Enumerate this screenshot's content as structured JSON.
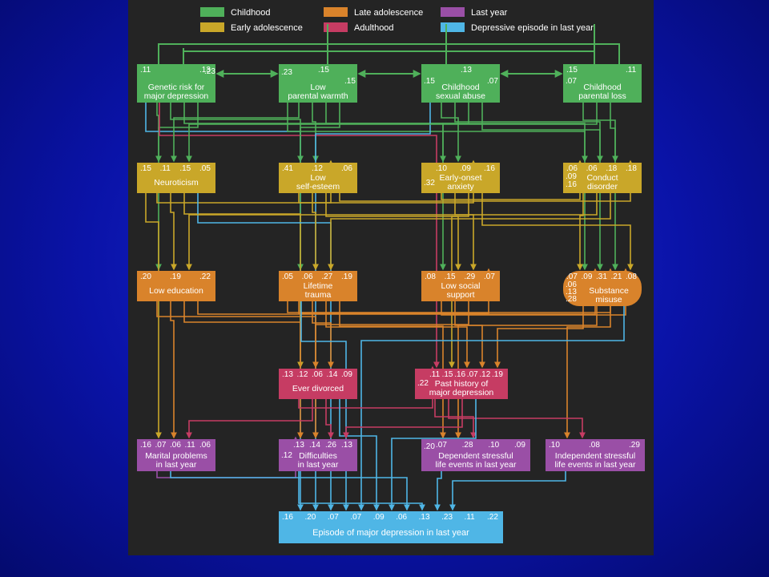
{
  "colors": {
    "childhood": "#4fb05a",
    "early_adolescence": "#c9a729",
    "late_adolescence": "#d9832b",
    "adulthood": "#c63c63",
    "last_year": "#9a4fa6",
    "depressive_episode": "#4fb6e6"
  },
  "legend": [
    {
      "label": "Childhood",
      "color_key": "childhood"
    },
    {
      "label": "Late adolescence",
      "color_key": "late_adolescence"
    },
    {
      "label": "Last year",
      "color_key": "last_year"
    },
    {
      "label": "Early adolescence",
      "color_key": "early_adolescence"
    },
    {
      "label": "Adulthood",
      "color_key": "adulthood"
    },
    {
      "label": "Depressive episode in last year",
      "color_key": "depressive_episode"
    }
  ],
  "nodes": [
    {
      "id": "genetic",
      "color_key": "childhood",
      "label": [
        "Genetic risk for",
        "major depression"
      ],
      "coefs_top": [
        ".11",
        ".13"
      ],
      "coefs_side": [
        ".23"
      ]
    },
    {
      "id": "warmth",
      "color_key": "childhood",
      "label": [
        "Low",
        "parental warmth"
      ],
      "coefs_top": [
        ".15"
      ],
      "coefs_side": [
        ".23",
        ".15"
      ]
    },
    {
      "id": "abuse",
      "color_key": "childhood",
      "label": [
        "Childhood",
        "sexual abuse"
      ],
      "coefs_top": [
        ".13"
      ],
      "coefs_side": [
        ".15",
        ".07"
      ]
    },
    {
      "id": "loss",
      "color_key": "childhood",
      "label": [
        "Childhood",
        "parental loss"
      ],
      "coefs_top": [
        ".15",
        ".11"
      ],
      "coefs_side": [
        ".07"
      ]
    },
    {
      "id": "neuroticism",
      "color_key": "early_adolescence",
      "label": [
        "Neuroticism"
      ],
      "coefs_top": [
        ".15",
        ".11",
        ".15",
        ".05"
      ],
      "coefs_side": []
    },
    {
      "id": "selfesteem",
      "color_key": "early_adolescence",
      "label": [
        "Low",
        "self-esteem"
      ],
      "coefs_top": [
        ".41",
        ".12",
        ".06"
      ],
      "coefs_side": []
    },
    {
      "id": "anxiety",
      "color_key": "early_adolescence",
      "label": [
        "Early-onset",
        "anxiety"
      ],
      "coefs_top": [
        ".10",
        ".09",
        ".16"
      ],
      "coefs_side": [
        ".32"
      ]
    },
    {
      "id": "conduct",
      "color_key": "early_adolescence",
      "label": [
        "Conduct",
        "disorder"
      ],
      "coefs_top": [
        ".06",
        ".06",
        ".18",
        ".18"
      ],
      "coefs_side": [
        ".09",
        ".16"
      ]
    },
    {
      "id": "education",
      "color_key": "late_adolescence",
      "label": [
        "Low education"
      ],
      "coefs_top": [
        ".20",
        ".19",
        ".22"
      ],
      "coefs_side": []
    },
    {
      "id": "trauma",
      "color_key": "late_adolescence",
      "label": [
        "Lifetime",
        "trauma"
      ],
      "coefs_top": [
        ".05",
        ".06",
        ".27",
        ".19"
      ],
      "coefs_side": []
    },
    {
      "id": "support",
      "color_key": "late_adolescence",
      "label": [
        "Low social",
        "support"
      ],
      "coefs_top": [
        ".08",
        ".15",
        ".29",
        ".07"
      ],
      "coefs_side": []
    },
    {
      "id": "substance",
      "color_key": "late_adolescence",
      "label": [
        "Substance",
        "misuse"
      ],
      "coefs_top": [
        ".07",
        ".09",
        ".31",
        ".21",
        ".08"
      ],
      "coefs_side": [
        ".06",
        ".13",
        ".28"
      ]
    },
    {
      "id": "divorced",
      "color_key": "adulthood",
      "label": [
        "Ever divorced"
      ],
      "coefs_top": [
        ".13",
        ".12",
        ".06",
        ".14",
        ".09"
      ],
      "coefs_side": []
    },
    {
      "id": "pasthistory",
      "color_key": "adulthood",
      "label": [
        "Past history of",
        "major depression"
      ],
      "coefs_top": [
        ".11",
        ".15",
        ".16",
        ".07",
        ".12",
        ".19"
      ],
      "coefs_side": [
        ".22"
      ]
    },
    {
      "id": "marital",
      "color_key": "last_year",
      "label": [
        "Marital problems",
        "in last year"
      ],
      "coefs_top": [
        ".16",
        ".07",
        ".06",
        ".11",
        ".06"
      ],
      "coefs_side": []
    },
    {
      "id": "difficulties",
      "color_key": "last_year",
      "label": [
        "Difficulties",
        "in last year"
      ],
      "coefs_top": [
        ".13",
        ".14",
        ".26",
        ".13"
      ],
      "coefs_side": [
        ".12"
      ]
    },
    {
      "id": "dependent",
      "color_key": "last_year",
      "label": [
        "Dependent stressful",
        "life events in last year"
      ],
      "coefs_top": [
        ".07",
        ".28",
        ".10",
        ".09"
      ],
      "coefs_side": [
        ".20"
      ]
    },
    {
      "id": "independent",
      "color_key": "last_year",
      "label": [
        "Independent stressful",
        "life events in last year"
      ],
      "coefs_top": [
        ".10",
        ".08",
        ".29"
      ],
      "coefs_side": []
    },
    {
      "id": "episode",
      "color_key": "depressive_episode",
      "label": [
        "Episode of major depression in last year"
      ],
      "coefs_top": [
        ".16",
        ".20",
        ".07",
        ".07",
        ".09",
        ".06",
        ".13",
        ".23",
        ".11",
        ".22"
      ],
      "coefs_side": []
    }
  ],
  "paths": [
    {
      "from": "genetic",
      "to": "neuroticism",
      "color_key": "childhood"
    },
    {
      "from": "genetic",
      "to": "selfesteem",
      "color_key": "childhood"
    },
    {
      "from": "genetic",
      "to": "anxiety",
      "color_key": "childhood"
    },
    {
      "from": "genetic",
      "to": "education",
      "color_key": "childhood"
    },
    {
      "from": "genetic",
      "to": "episode",
      "color_key": "depressive_episode"
    },
    {
      "from": "genetic",
      "to": "pasthistory",
      "color_key": "adulthood"
    },
    {
      "from": "warmth",
      "to": "neuroticism",
      "color_key": "childhood"
    },
    {
      "from": "warmth",
      "to": "selfesteem",
      "color_key": "childhood"
    },
    {
      "from": "warmth",
      "to": "conduct",
      "color_key": "childhood"
    },
    {
      "from": "warmth",
      "to": "trauma",
      "color_key": "childhood"
    },
    {
      "from": "warmth",
      "to": "substance",
      "color_key": "childhood"
    },
    {
      "from": "abuse",
      "to": "anxiety",
      "color_key": "childhood"
    },
    {
      "from": "abuse",
      "to": "conduct",
      "color_key": "childhood"
    },
    {
      "from": "abuse",
      "to": "support",
      "color_key": "childhood"
    },
    {
      "from": "abuse",
      "to": "substance",
      "color_key": "childhood"
    },
    {
      "from": "abuse",
      "to": "episode",
      "color_key": "depressive_episode"
    },
    {
      "from": "loss",
      "to": "conduct",
      "color_key": "childhood"
    },
    {
      "from": "loss",
      "to": "neuroticism",
      "color_key": "childhood"
    },
    {
      "from": "loss",
      "to": "substance",
      "color_key": "childhood"
    },
    {
      "from": "neuroticism",
      "to": "selfesteem",
      "color_key": "early_adolescence"
    },
    {
      "from": "neuroticism",
      "to": "education",
      "color_key": "early_adolescence"
    },
    {
      "from": "neuroticism",
      "to": "divorced",
      "color_key": "early_adolescence"
    },
    {
      "from": "neuroticism",
      "to": "episode",
      "color_key": "depressive_episode"
    },
    {
      "from": "neuroticism",
      "to": "marital",
      "color_key": "early_adolescence"
    },
    {
      "from": "selfesteem",
      "to": "anxiety",
      "color_key": "early_adolescence"
    },
    {
      "from": "selfesteem",
      "to": "trauma",
      "color_key": "early_adolescence"
    },
    {
      "from": "selfesteem",
      "to": "support",
      "color_key": "early_adolescence"
    },
    {
      "from": "selfesteem",
      "to": "conduct",
      "color_key": "early_adolescence"
    },
    {
      "from": "anxiety",
      "to": "conduct",
      "color_key": "early_adolescence"
    },
    {
      "from": "anxiety",
      "to": "support",
      "color_key": "early_adolescence"
    },
    {
      "from": "anxiety",
      "to": "pasthistory",
      "color_key": "early_adolescence"
    },
    {
      "from": "anxiety",
      "to": "substance",
      "color_key": "early_adolescence"
    },
    {
      "from": "conduct",
      "to": "substance",
      "color_key": "early_adolescence"
    },
    {
      "from": "conduct",
      "to": "education",
      "color_key": "early_adolescence"
    },
    {
      "from": "conduct",
      "to": "trauma",
      "color_key": "early_adolescence"
    },
    {
      "from": "education",
      "to": "divorced",
      "color_key": "late_adolescence"
    },
    {
      "from": "education",
      "to": "marital",
      "color_key": "late_adolescence"
    },
    {
      "from": "education",
      "to": "difficulties",
      "color_key": "late_adolescence"
    },
    {
      "from": "education",
      "to": "substance",
      "color_key": "late_adolescence"
    },
    {
      "from": "trauma",
      "to": "support",
      "color_key": "late_adolescence"
    },
    {
      "from": "trauma",
      "to": "divorced",
      "color_key": "late_adolescence"
    },
    {
      "from": "trauma",
      "to": "pasthistory",
      "color_key": "late_adolescence"
    },
    {
      "from": "trauma",
      "to": "dependent",
      "color_key": "late_adolescence"
    },
    {
      "from": "trauma",
      "to": "substance",
      "color_key": "late_adolescence"
    },
    {
      "from": "trauma",
      "to": "episode",
      "color_key": "depressive_episode"
    },
    {
      "from": "support",
      "to": "substance",
      "color_key": "late_adolescence"
    },
    {
      "from": "support",
      "to": "pasthistory",
      "color_key": "late_adolescence"
    },
    {
      "from": "support",
      "to": "difficulties",
      "color_key": "late_adolescence"
    },
    {
      "from": "substance",
      "to": "pasthistory",
      "color_key": "late_adolescence"
    },
    {
      "from": "substance",
      "to": "dependent",
      "color_key": "late_adolescence"
    },
    {
      "from": "substance",
      "to": "independent",
      "color_key": "late_adolescence"
    },
    {
      "from": "substance",
      "to": "episode",
      "color_key": "depressive_episode"
    },
    {
      "from": "divorced",
      "to": "pasthistory",
      "color_key": "adulthood"
    },
    {
      "from": "divorced",
      "to": "marital",
      "color_key": "adulthood"
    },
    {
      "from": "divorced",
      "to": "difficulties",
      "color_key": "adulthood"
    },
    {
      "from": "divorced",
      "to": "episode",
      "color_key": "depressive_episode"
    },
    {
      "from": "pasthistory",
      "to": "dependent",
      "color_key": "adulthood"
    },
    {
      "from": "pasthistory",
      "to": "independent",
      "color_key": "adulthood"
    },
    {
      "from": "pasthistory",
      "to": "difficulties",
      "color_key": "adulthood"
    },
    {
      "from": "pasthistory",
      "to": "episode",
      "color_key": "depressive_episode"
    },
    {
      "from": "marital",
      "to": "difficulties",
      "color_key": "last_year"
    },
    {
      "from": "marital",
      "to": "episode",
      "color_key": "depressive_episode"
    },
    {
      "from": "difficulties",
      "to": "episode",
      "color_key": "depressive_episode"
    },
    {
      "from": "dependent",
      "to": "episode",
      "color_key": "depressive_episode"
    },
    {
      "from": "independent",
      "to": "episode",
      "color_key": "depressive_episode"
    }
  ],
  "correlations": [
    {
      "a": "genetic",
      "b": "warmth"
    },
    {
      "a": "warmth",
      "b": "abuse"
    },
    {
      "a": "abuse",
      "b": "loss"
    }
  ]
}
